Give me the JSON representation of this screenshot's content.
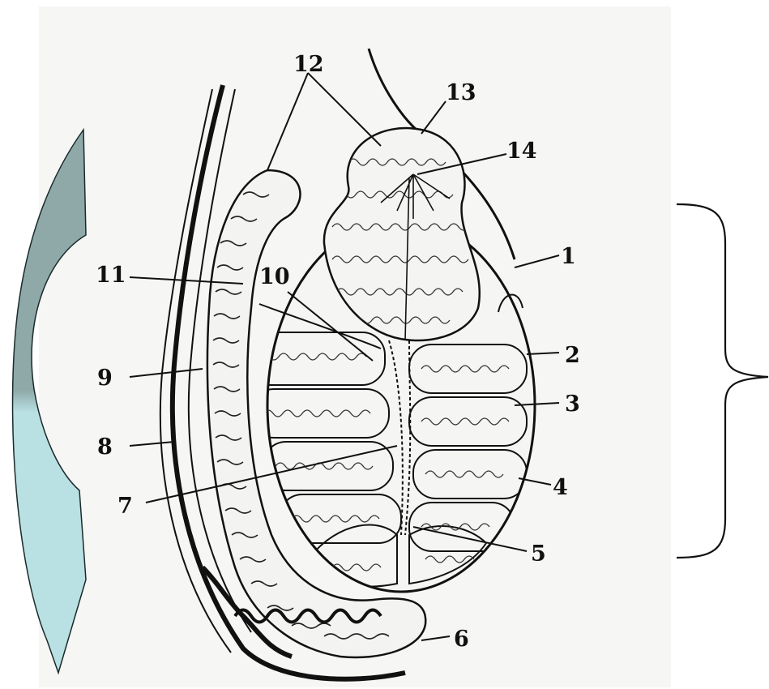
{
  "labels": {
    "l1": "1",
    "l2": "2",
    "l3": "3",
    "l4": "4",
    "l5": "5",
    "l6": "6",
    "l7": "7",
    "l8": "8",
    "l9": "9",
    "l10": "10",
    "l11": "11",
    "l12": "12",
    "l13": "13",
    "l14": "14"
  },
  "colors": {
    "paper": "#f6f6f4",
    "ink": "#111111",
    "arrow_top": "#8fa9a9",
    "arrow_bottom": "#b9e0e3"
  },
  "icons": {
    "curved_arrow": "curved-down-arrow-icon",
    "brace": "right-curly-brace-icon"
  }
}
